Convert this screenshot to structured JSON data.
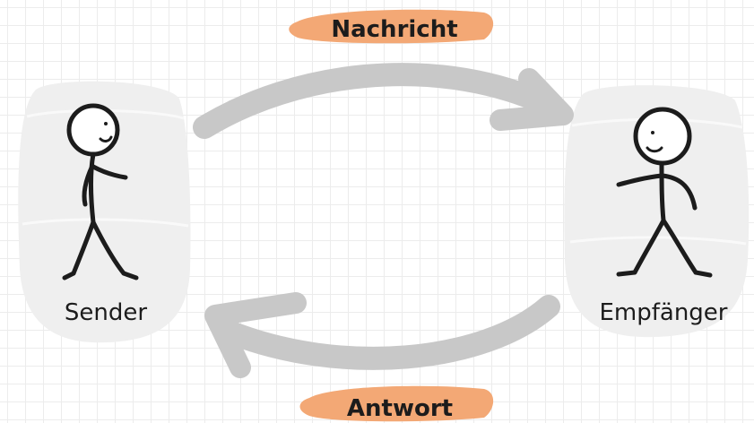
{
  "diagram": {
    "top_label": "Nachricht",
    "bottom_label": "Antwort",
    "left_person_label": "Sender",
    "right_person_label": "Empfänger"
  },
  "colors": {
    "arrow": "#c8c8c8",
    "highlight": "#f3a875",
    "person_backdrop": "#efefef",
    "ink": "#1c1c1c",
    "grid": "#ececec"
  }
}
